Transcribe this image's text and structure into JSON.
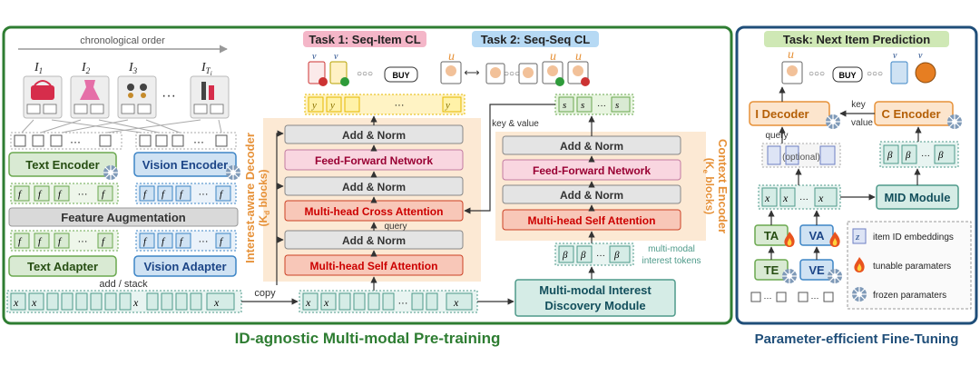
{
  "pretrain": {
    "caption": "ID-agnostic Multi-modal Pre-training",
    "chrono_label": "chronological order",
    "items": [
      "I",
      "I",
      "I",
      "I"
    ],
    "item_subs": [
      "1",
      "2",
      "3",
      "T"
    ],
    "item_subsub": "i",
    "ellipsis": "···",
    "text_encoder": "Text Encoder",
    "vision_encoder": "Vision Encoder",
    "feature_aug": "Feature Augmentation",
    "text_adapter": "Text Adapter",
    "vision_adapter": "Vision Adapter",
    "add_stack": "add / stack",
    "f_sym": "f",
    "x_sym": "x",
    "copy_label": "copy"
  },
  "task1": {
    "title": "Task 1: Seq-Item CL"
  },
  "task2": {
    "title": "Task 2: Seq-Seq CL"
  },
  "decoder": {
    "side_title": "Interest-aware Decoder",
    "side_sub": "(K",
    "side_sub2": "blocks)",
    "add_norm": "Add & Norm",
    "ffn": "Feed-Forward Network",
    "cross_attn": "Multi-head Cross Attention",
    "self_attn": "Multi-head Self Attention",
    "query_label": "query",
    "y_sym": "y"
  },
  "context": {
    "side_title": "Context Encoder",
    "side_sub": "(K",
    "side_sub2": "blocks)",
    "add_norm": "Add & Norm",
    "ffn": "Feed-Forward Network",
    "self_attn": "Multi-head Self Attention",
    "key_value_label": "key & value",
    "tokens_label_1": "multi-modal",
    "tokens_label_2": "interest tokens",
    "s_sym": "s",
    "beta_sym": "β"
  },
  "mid": {
    "line1": "Multi-modal Interest",
    "line2": "Discovery Module"
  },
  "finetune": {
    "caption": "Parameter-efficient Fine-Tuning",
    "title": "Task: Next Item Prediction",
    "i_decoder": "I Decoder",
    "c_encoder": "C Encoder",
    "key_label": "key",
    "value_label": "value",
    "query_label": "query",
    "optional_label": "(optional)",
    "mid_module": "MID Module",
    "ta": "TA",
    "va": "VA",
    "te": "TE",
    "ve": "VE",
    "legend_item_id": "item ID embeddings",
    "legend_tunable": "tunable paramaters",
    "legend_frozen": "frozen paramaters",
    "z_sym": "z",
    "u_sym": "u",
    "v_sym": "v",
    "buy": "BUY"
  },
  "colors": {
    "green_frame": "#2e7d32",
    "blue_frame": "#1f4e79",
    "green_box": "#d9ead3",
    "blue_box": "#cfe2f3",
    "orange_panel": "#fce5cd",
    "gray_box": "#e4e4e4",
    "pink_box": "#f9d6e0",
    "red_box": "#f8c7b8",
    "teal_box": "#d5ece6",
    "task1_hl": "#f4b6c8",
    "task2_hl": "#b6d9f4",
    "task3_hl": "#cfe8b5"
  }
}
